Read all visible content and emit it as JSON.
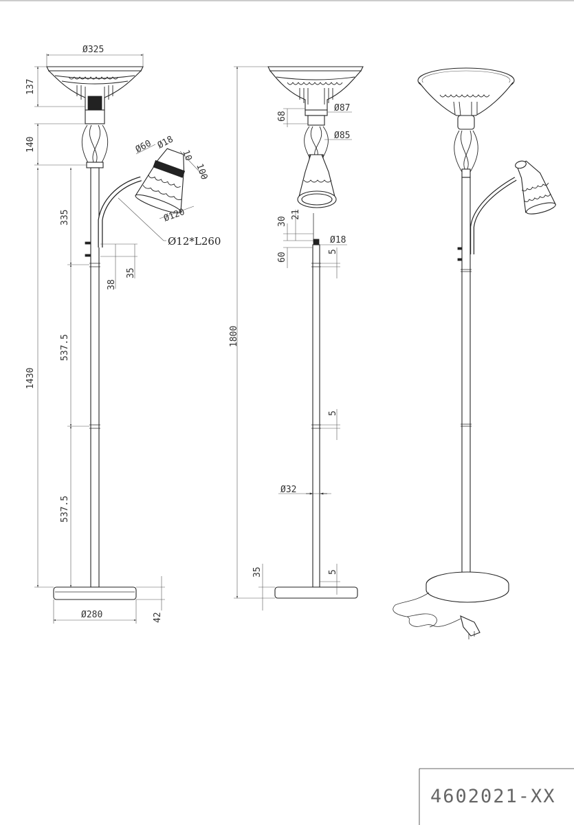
{
  "drawing": {
    "part_number": "4602021-XX"
  },
  "dimensions": {
    "shade_diameter": "Ø325",
    "shade_height": "137",
    "neck_height": "140",
    "reading_lamp_collar": "Ø60",
    "reading_lamp_tip": "Ø18",
    "reading_lamp_tip_len": "10",
    "reading_lamp_len": "100",
    "reading_lamp_diameter": "Ø120",
    "upper_section": "335",
    "gooseneck": "Ø12*L260",
    "arm_offset_1": "38",
    "arm_offset_2": "35",
    "middle_section": "537.5",
    "lower_section": "537.5",
    "tube_length": "1430",
    "base_diameter": "Ø280",
    "base_height": "42",
    "socket_height": "68",
    "socket_diameter": "Ø87",
    "neck_diameter": "Ø85",
    "arm_gap": "30",
    "arm_joint": "21",
    "arm_tube": "Ø18",
    "arm_mount": "60",
    "joint_gap_upper": "5",
    "joint_gap_middle": "5",
    "tube_diameter": "Ø32",
    "base_to_joint": "35",
    "joint_gap_lower": "5",
    "total_height": "1800"
  }
}
